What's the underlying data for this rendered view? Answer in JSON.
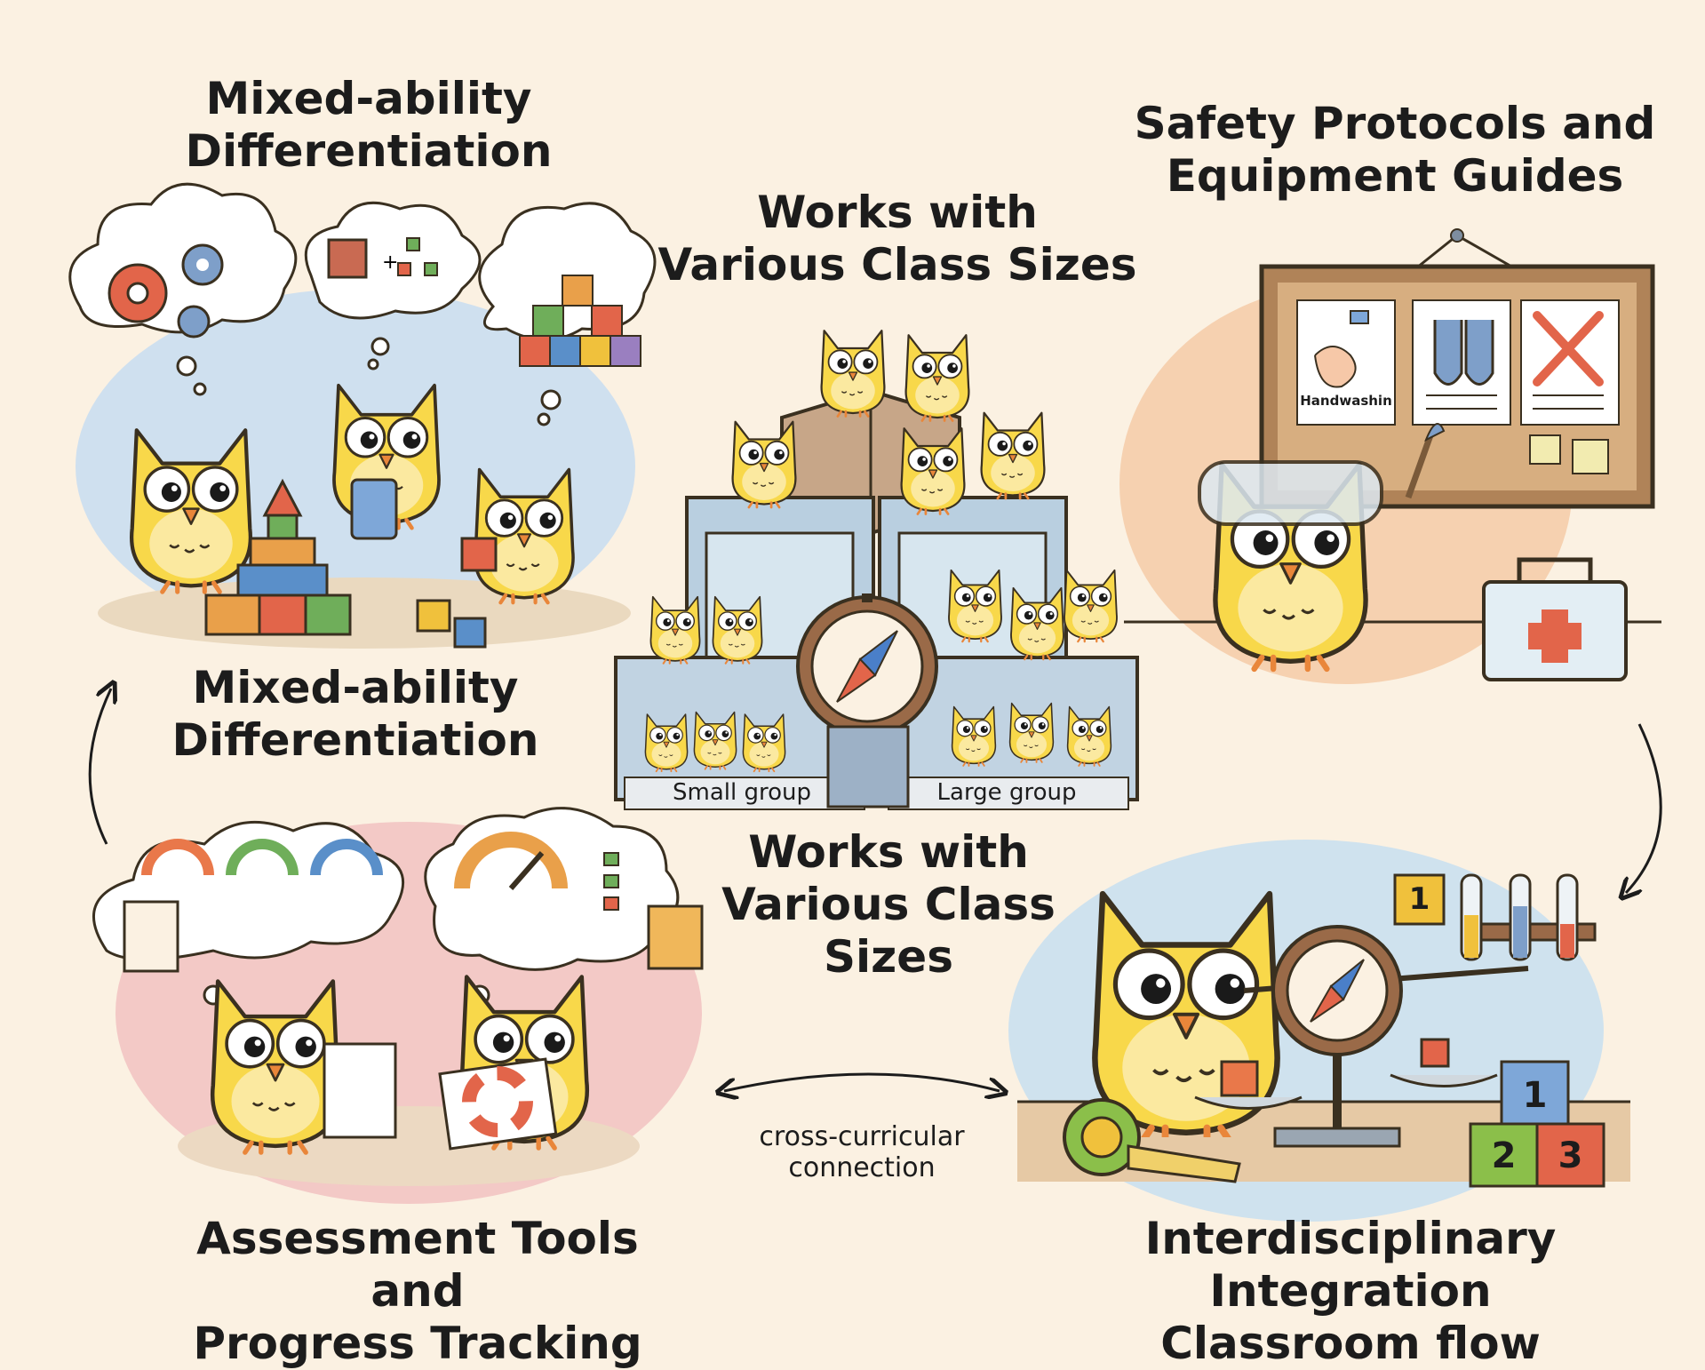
{
  "labels": {
    "mixed_top": [
      "Mixed-ability",
      "Differentiation"
    ],
    "mixed_bottom": [
      "Mixed-ability",
      "Differentiation"
    ],
    "class_sizes_top": [
      "Works with",
      "Various Class Sizes"
    ],
    "class_sizes_bottom": [
      "Works with",
      "Various Class",
      "Sizes"
    ],
    "safety": [
      "Safety Protocols and",
      "Equipment Guides"
    ],
    "assessment": [
      "Assessment Tools and",
      "Progress Tracking"
    ],
    "interdisciplinary": [
      "Interdisciplinary Integration",
      "Classroom flow"
    ],
    "connection": [
      "cross-curricular",
      "connection"
    ],
    "small_group": "Small group",
    "large_group": "Large group",
    "handwashing_poster": "Handwashin",
    "blocks": [
      "1",
      "2",
      "3",
      "1"
    ]
  },
  "colors": {
    "background": "#fbf1e2",
    "owl_yellow": "#f8d84a",
    "owl_outline": "#3a3020",
    "blue_circle": "#cfe0ef",
    "pink_circle": "#f3c9c6",
    "peach_circle": "#f6d1b0",
    "teal_circle": "#cfe2ee",
    "beak_orange": "#e9863a"
  }
}
